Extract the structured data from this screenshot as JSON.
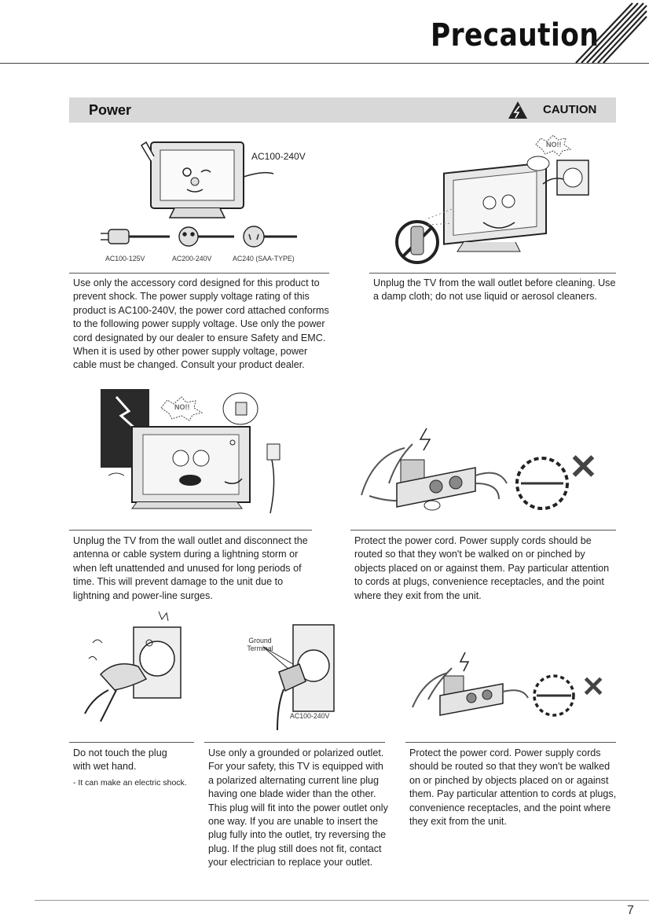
{
  "header": {
    "title": "Precaution"
  },
  "section": {
    "label": "Power",
    "caution": "CAUTION"
  },
  "illustration1": {
    "voltage_label": "AC100-240V",
    "plugs": [
      "AC100-125V",
      "AC200-240V",
      "AC240 (SAA-TYPE)"
    ]
  },
  "illustration2": {
    "bubble": "NO!!"
  },
  "illustration3": {
    "bubble": "NO!!"
  },
  "illustration6": {
    "ground_label_line1": "Ground",
    "ground_label_line2": "Terminal",
    "voltage_label": "AC100-240V"
  },
  "texts": {
    "t1": "Use only the accessory cord designed for this product to prevent shock. The power supply voltage rating of this product is AC100-240V, the power cord attached conforms to the following power supply voltage. Use only the power cord designated by our dealer to ensure Safety and EMC. When it is used by other power supply voltage, power cable must be changed. Consult your product dealer.",
    "t2": "Unplug the TV from the wall outlet before cleaning. Use a damp cloth; do not use liquid or aerosol cleaners.",
    "t3": "Unplug the TV from the wall outlet and disconnect the antenna or cable system during a lightning storm or when left unattended and unused for long periods of time. This will prevent damage to the unit due to lightning and power-line surges.",
    "t4": "Protect the power cord. Power supply cords should be routed so that they won't be walked on or pinched by objects placed on or against them. Pay particular attention to cords at plugs, convenience receptacles, and the point where they exit from the unit.",
    "t5": "Do not touch the plug with wet hand.",
    "t5_note": "- It can make an electric shock.",
    "t6": "Use only a grounded or polarized outlet. For your safety, this TV is equipped with a polarized alternating current line plug having one blade wider than the other. This plug will fit into the power outlet only one way. If you are unable to insert the plug fully into the outlet, try reversing the plug. If the plug still does not fit, contact your electrician to replace your outlet.",
    "t7": "Protect the power cord. Power supply cords should be routed so that they won't be walked on or pinched by objects placed on or against them. Pay particular attention to cords at plugs, convenience receptacles, and the point where they exit from the unit."
  },
  "footer": {
    "page_number": "7"
  }
}
